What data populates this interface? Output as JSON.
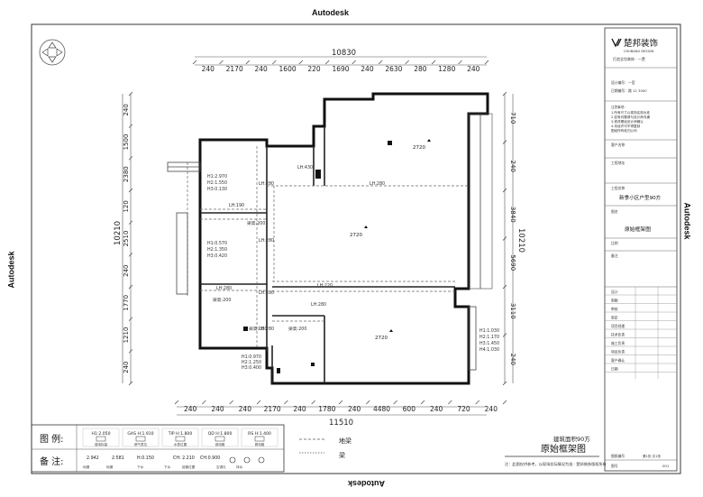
{
  "watermark": "Autodesk",
  "dimensions": {
    "top_total": "10830",
    "top": [
      "240",
      "2170",
      "240",
      "1600",
      "220",
      "1690",
      "240",
      "2630",
      "280",
      "1280",
      "240"
    ],
    "bottom_total": "11510",
    "bottom": [
      "240",
      "240",
      "240",
      "2170",
      "240",
      "1780",
      "240",
      "4480",
      "600",
      "240",
      "720",
      "240"
    ],
    "left_total": "10210",
    "left": [
      "240",
      "1500",
      "2380",
      "120",
      "2510",
      "240",
      "1770",
      "1210",
      "240"
    ],
    "right_total": "10210",
    "right": [
      "710",
      "240",
      "3840",
      "5690",
      "3110",
      "240"
    ]
  },
  "rooms": {
    "elev_top": "2720",
    "elev_mid": "2720",
    "elev_bottom": "2720",
    "kitchen_heights": [
      "H1:2.970",
      "H2:1.550",
      "H3:0.130"
    ],
    "mid_heights": [
      "H1:0.570",
      "H2:1.350",
      "H3:0.420"
    ],
    "bottom_heights": [
      "H1:0.970",
      "H2:1.250",
      "H3:0.400"
    ],
    "right_heights": [
      "H1:1.030",
      "H2:1.170",
      "H3:1.450",
      "H4:1.030"
    ],
    "lh_labels": [
      "LH:430",
      "LH:280",
      "LH:280",
      "LH:190",
      "LH:280",
      "LH:280",
      "LH:280",
      "LH:220",
      "LH:280",
      "LH:280"
    ],
    "beam_labels": [
      "梁高:200",
      "梁高:200",
      "梁高:200",
      "梁高:200"
    ]
  },
  "titleblock": {
    "logo_text": "楚邦装饰",
    "logo_sub": "CHUBANG DESIGN",
    "logo_tag": "打造全包装饰 · 一贯",
    "project_lines": [
      "设计编号：一室",
      "日期编号：路 12 3000"
    ],
    "notes": [
      "注意事项：",
      "1.所有尺寸以现场实测为准",
      "2.如有问题请与设计师沟通",
      "3.修改需经设计师确认",
      "4.未经许可不得复制",
      "图纸所有权归公司"
    ],
    "client_label": "客户名称",
    "address_label": "工程地址",
    "project_name_label": "工程名称",
    "project_name": "新季小区户型90方",
    "drawing_label": "图名",
    "drawing_name": "原始框架图",
    "scale_label": "比例",
    "remark_label": "备注",
    "table_rows": [
      "设计",
      "制图",
      "审核",
      "审定",
      "项目经理",
      "技术负责",
      "施工负责",
      "项目负责",
      "客户确认",
      "日期"
    ],
    "footer": "图纸编号",
    "footer_right": "第1张 共1张",
    "footer2": "图号",
    "footer2_val": "001"
  },
  "legend": {
    "title": "图  例:",
    "remark": "备  注:",
    "items": [
      {
        "code": "H1:2.050",
        "sub": "强电标高"
      },
      {
        "code": "GAS H:1.910",
        "sub": "燃气表位"
      },
      {
        "code": "TIP H:1.800",
        "sub": "水表位置"
      },
      {
        "code": "QD H:1.800",
        "sub": "强电箱"
      },
      {
        "code": "RS H:1.400",
        "sub": "弱电箱"
      }
    ],
    "row2": [
      "2.942",
      "2.581",
      "H:0.150",
      "CH: 2.210",
      "CH:0.900"
    ],
    "row2_subs": [
      "地漏",
      "地漏",
      "下水",
      "下水",
      "接管位置",
      "空调孔",
      "排水"
    ],
    "beam_legend_1": "地梁",
    "beam_legend_2": "梁",
    "area": "建筑面积90方",
    "title_big": "原始框架图",
    "footnote": "注：此图仅供参考，以现场实际情况为准 · 楚邦装饰版权所有"
  }
}
